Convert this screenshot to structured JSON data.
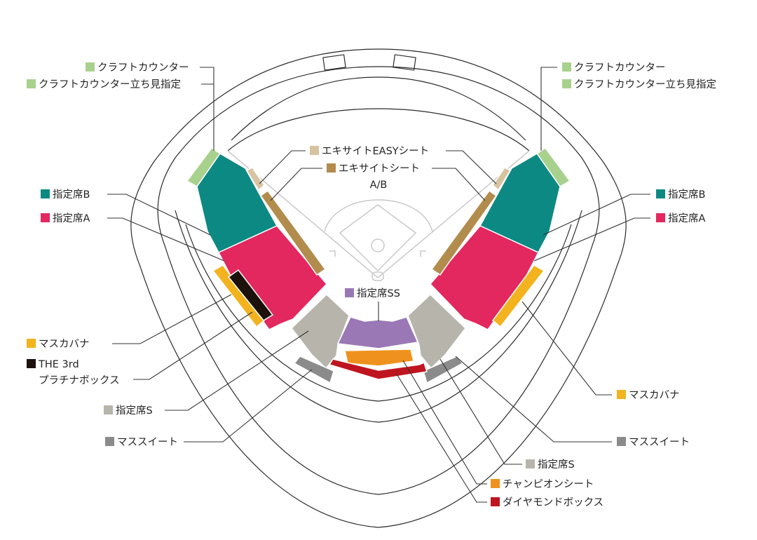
{
  "title": "Stadium seating map",
  "colors": {
    "craft_counter": "#a9d18e",
    "reserved_b": "#0d8983",
    "reserved_a": "#e3275f",
    "excite_easy": "#d8c3a0",
    "excite_ab": "#b18c4c",
    "masukabana": "#f2b31e",
    "platinum_box": "#1d110b",
    "reserved_s": "#b7b4ab",
    "reserved_ss": "#9a78b5",
    "champion": "#ef921d",
    "diamond_box": "#bf1520",
    "masu_suite": "#8b8b8b"
  },
  "labels": {
    "craft_counter": "クラフトカウンター",
    "craft_counter_standing": "クラフトカウンター立ち見指定",
    "reserved_b": "指定席B",
    "reserved_a": "指定席A",
    "masukabana": "マスカバナ",
    "platinum_line1": "THE 3rd",
    "platinum_line2": "プラチナボックス",
    "reserved_s": "指定席S",
    "masu_suite": "マススイート",
    "excite_easy": "エキサイトEASYシート",
    "excite_ab_line1": "エキサイトシート",
    "excite_ab_line2": "A/B",
    "reserved_ss": "指定席SS",
    "champion": "チャンピオンシート",
    "diamond_box": "ダイヤモンドボックス"
  }
}
